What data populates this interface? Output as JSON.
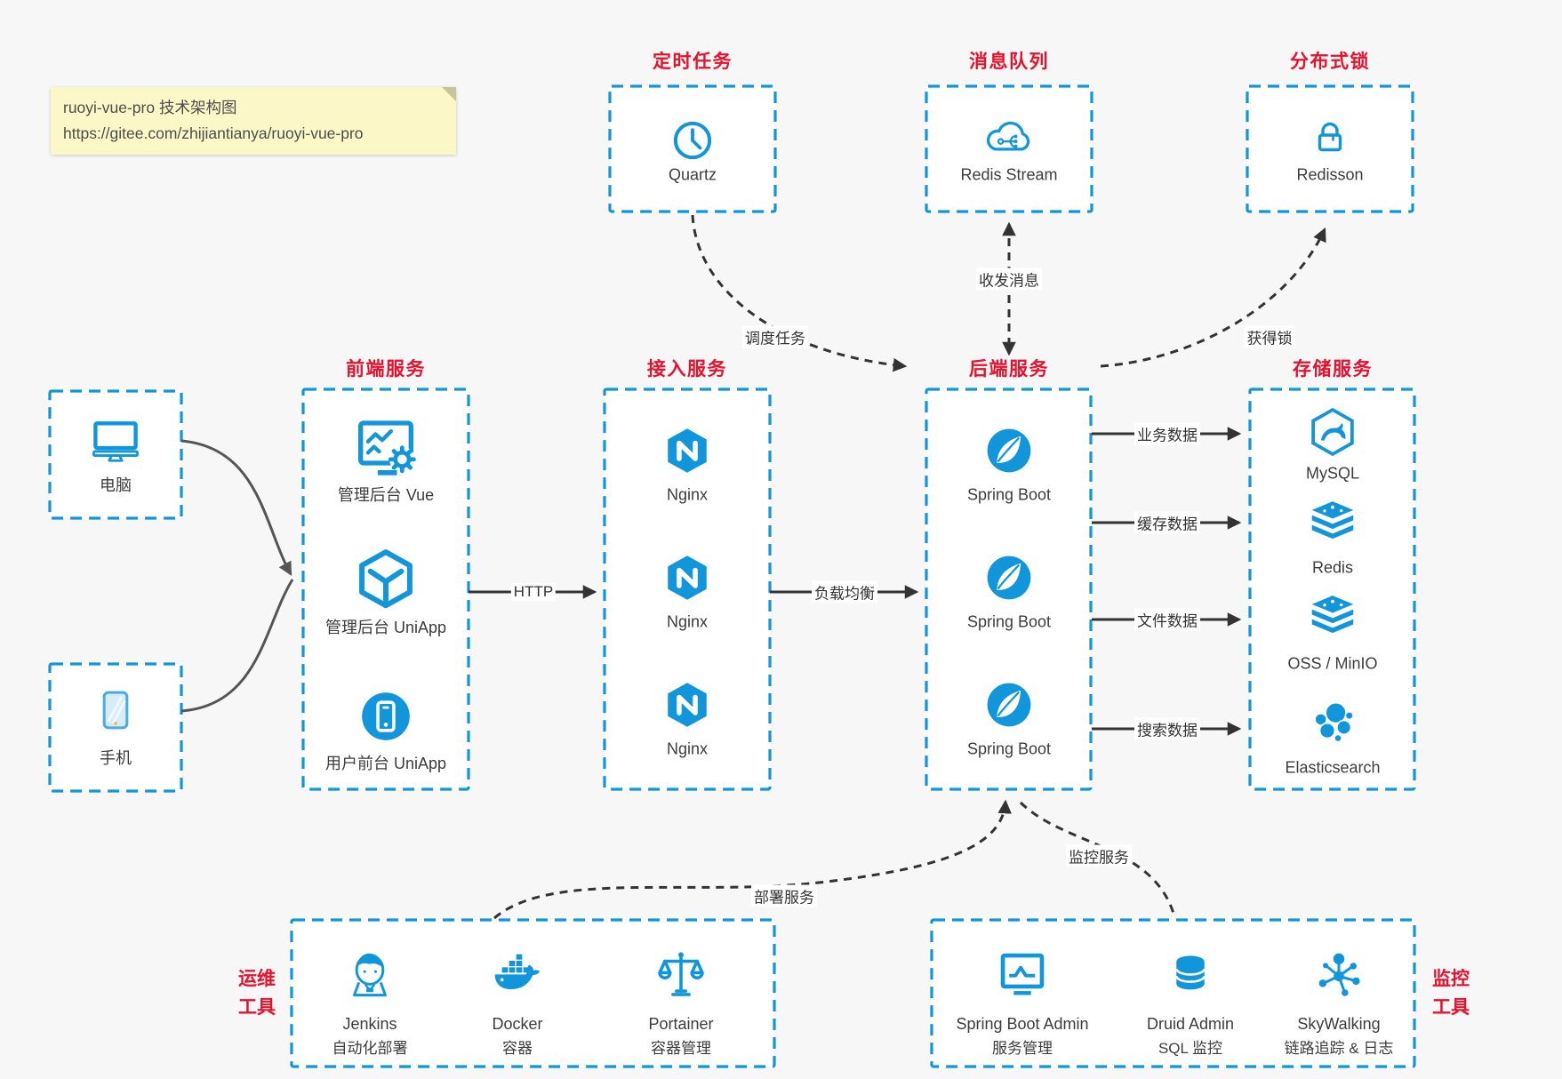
{
  "note": {
    "line1": "ruoyi-vue-pro 技术架构图",
    "line2": "https://gitee.com/zhijiantianya/ruoyi-vue-pro"
  },
  "top_groups": [
    {
      "title": "定时任务",
      "item": {
        "label": "Quartz",
        "icon": "clock-icon"
      }
    },
    {
      "title": "消息队列",
      "item": {
        "label": "Redis Stream",
        "icon": "cloud-stream-icon"
      }
    },
    {
      "title": "分布式锁",
      "item": {
        "label": "Redisson",
        "icon": "lock-icon"
      }
    }
  ],
  "clients": [
    {
      "label": "电脑",
      "icon": "desktop-icon"
    },
    {
      "label": "手机",
      "icon": "mobile-icon"
    }
  ],
  "columns": [
    {
      "title": "前端服务",
      "items": [
        {
          "label": "管理后台 Vue",
          "icon": "admin-vue-icon"
        },
        {
          "label": "管理后台 UniApp",
          "icon": "uniapp-cube-icon"
        },
        {
          "label": "用户前台 UniApp",
          "icon": "user-app-icon"
        }
      ]
    },
    {
      "title": "接入服务",
      "items": [
        {
          "label": "Nginx",
          "icon": "nginx-icon"
        },
        {
          "label": "Nginx",
          "icon": "nginx-icon"
        },
        {
          "label": "Nginx",
          "icon": "nginx-icon"
        }
      ]
    },
    {
      "title": "后端服务",
      "items": [
        {
          "label": "Spring Boot",
          "icon": "spring-boot-icon"
        },
        {
          "label": "Spring Boot",
          "icon": "spring-boot-icon"
        },
        {
          "label": "Spring Boot",
          "icon": "spring-boot-icon"
        }
      ]
    },
    {
      "title": "存储服务",
      "items": [
        {
          "label": "MySQL",
          "icon": "mysql-icon"
        },
        {
          "label": "Redis",
          "icon": "redis-icon"
        },
        {
          "label": "OSS / MinIO",
          "icon": "oss-minio-icon"
        },
        {
          "label": "Elasticsearch",
          "icon": "elasticsearch-icon"
        }
      ]
    }
  ],
  "edges": {
    "http": "HTTP",
    "load_balance": "负载均衡",
    "data_flows": [
      "业务数据",
      "缓存数据",
      "文件数据",
      "搜索数据"
    ],
    "schedule": "调度任务",
    "message": "收发消息",
    "lock": "获得锁",
    "deploy": "部署服务",
    "monitor": "监控服务"
  },
  "bottom_groups": [
    {
      "side_label_line1": "运维",
      "side_label_line2": "工具",
      "items": [
        {
          "name": "Jenkins",
          "sub": "自动化部署",
          "icon": "jenkins-icon"
        },
        {
          "name": "Docker",
          "sub": "容器",
          "icon": "docker-icon"
        },
        {
          "name": "Portainer",
          "sub": "容器管理",
          "icon": "portainer-icon"
        }
      ]
    },
    {
      "side_label_line1": "监控",
      "side_label_line2": "工具",
      "items": [
        {
          "name": "Spring Boot Admin",
          "sub": "服务管理",
          "icon": "spring-boot-admin-icon"
        },
        {
          "name": "Druid Admin",
          "sub": "SQL 监控",
          "icon": "druid-icon"
        },
        {
          "name": "SkyWalking",
          "sub": "链路追踪 & 日志",
          "icon": "skywalking-icon"
        }
      ]
    }
  ],
  "colors": {
    "accent_blue": "#1296db",
    "title_red": "#e8112d",
    "note_bg": "#fbf7c6",
    "line_dark": "#333333",
    "client_line_gray": "#555555",
    "canvas_bg": "#f7f7f7"
  }
}
